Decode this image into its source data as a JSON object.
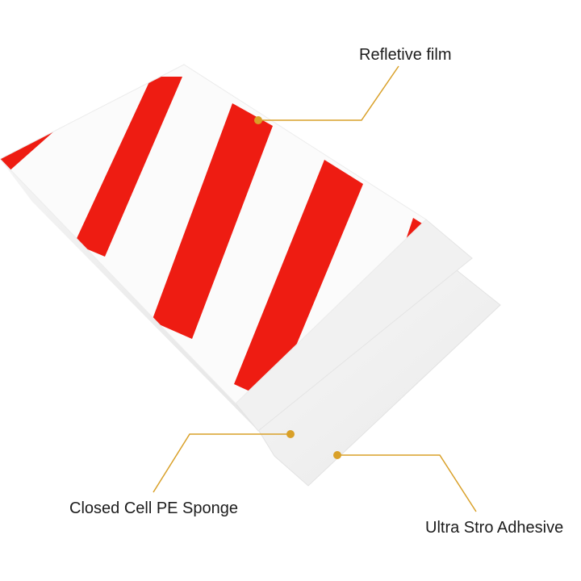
{
  "labels": {
    "film": "Refletive film",
    "sponge": "Closed Cell PE Sponge",
    "adhesive": "Ultra Stro Adhesive"
  },
  "colors": {
    "stripe_red": "#ee1c12",
    "film_white": "#fafafa",
    "sponge_white": "#f3f3f3",
    "adhesive_white": "#f0f0f0",
    "leader_gold": "#d9a028"
  }
}
